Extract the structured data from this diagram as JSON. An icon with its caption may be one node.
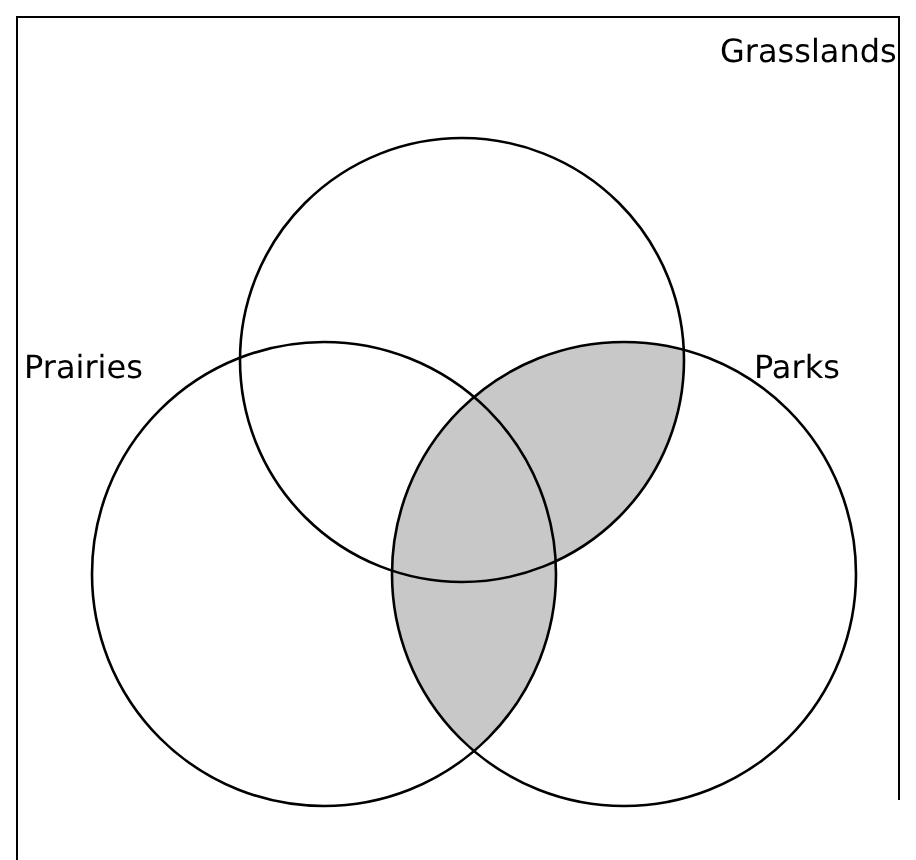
{
  "diagram": {
    "nodes": [
      {
        "text": [
          "Grasslands"
        ]
      },
      {
        "text": [
          "Prairies"
        ]
      },
      {
        "text": [
          "Parks"
        ]
      }
    ]
  }
}
